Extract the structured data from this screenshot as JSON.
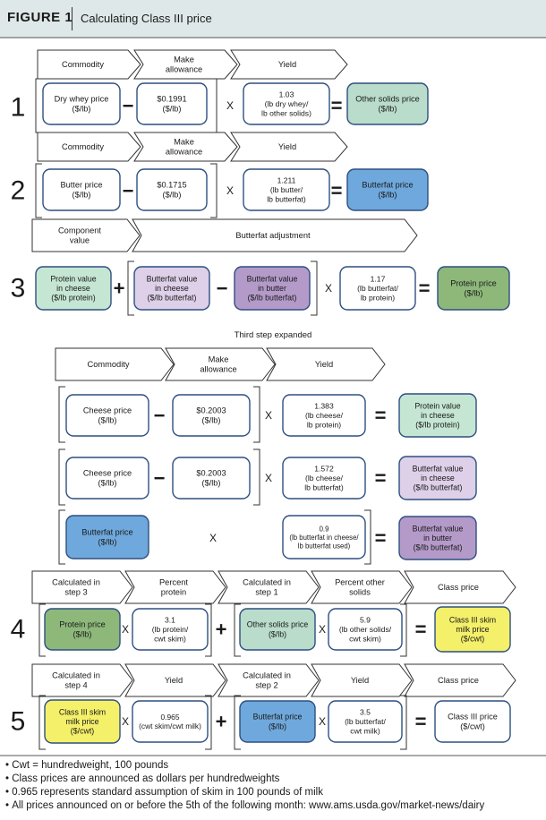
{
  "header": {
    "figure_label": "FIGURE 1",
    "title": "Calculating Class III price"
  },
  "colors": {
    "other_solids": "#b9dccb",
    "butterfat": "#6fa8dc",
    "protein_value": "#c5e6d3",
    "butterfat_cheese": "#ddd0e8",
    "butterfat_butter": "#b49ac9",
    "protein_price": "#8db87a",
    "skim": "#f4f06a",
    "white": "#ffffff",
    "header_band": "#dfe8e8"
  },
  "labels": {
    "commodity": "Commodity",
    "make_allowance": [
      "Make",
      "allowance"
    ],
    "yield": "Yield",
    "component_value": [
      "Component",
      "value"
    ],
    "butterfat_adjustment": "Butterfat adjustment",
    "third_step_expanded": "Third step expanded",
    "calc_step_3": [
      "Calculated in",
      "step 3"
    ],
    "percent_protein": [
      "Percent",
      "protein"
    ],
    "calc_step_1": [
      "Calculated in",
      "step 1"
    ],
    "percent_other_solids": [
      "Percent other",
      "solids"
    ],
    "class_price": "Class price",
    "calc_step_4": [
      "Calculated in",
      "step 4"
    ],
    "calc_step_2": [
      "Calculated in",
      "step 2"
    ]
  },
  "step_numbers": [
    "1",
    "2",
    "3",
    "4",
    "5"
  ],
  "operators": {
    "minus": "−",
    "plus": "+",
    "times": "X",
    "equals": "="
  },
  "boxes": {
    "dry_whey_price": [
      "Dry whey price",
      "($/lb)"
    ],
    "make_1": [
      "$0.1991",
      "($/lb)"
    ],
    "yield_1": [
      "1.03",
      "(lb dry whey/",
      "lb other solids)"
    ],
    "other_solids_price": [
      "Other solids price",
      "($/lb)"
    ],
    "butter_price": [
      "Butter price",
      "($/lb)"
    ],
    "make_2": [
      "$0.1715",
      "($/lb)"
    ],
    "yield_2": [
      "1.211",
      "(lb butter/",
      "lb butterfat)"
    ],
    "butterfat_price": [
      "Butterfat price",
      "($/lb)"
    ],
    "protein_value_cheese": [
      "Protein value",
      "in cheese",
      "($/lb protein)"
    ],
    "butterfat_value_cheese": [
      "Butterfat value",
      "in cheese",
      "($/lb butterfat)"
    ],
    "butterfat_value_butter": [
      "Butterfat value",
      "in butter",
      "($/lb butterfat)"
    ],
    "yield_3": [
      "1.17",
      "(lb butterfat/",
      "lb protein)"
    ],
    "protein_price": [
      "Protein price",
      "($/lb)"
    ],
    "cheese_price": [
      "Cheese price",
      "($/lb)"
    ],
    "make_cheese": [
      "$0.2003",
      "($/lb)"
    ],
    "yield_cheese_protein": [
      "1.383",
      "(lb cheese/",
      "lb protein)"
    ],
    "yield_cheese_butterfat": [
      "1.572",
      "(lb cheese/",
      "lb butterfat)"
    ],
    "yield_butter_butterfat": [
      "0.9",
      "(lb butterfat in cheese/",
      "lb butterfat used)"
    ],
    "percent_protein_val": [
      "3.1",
      "(lb protein/",
      "cwt skim)"
    ],
    "percent_other_val": [
      "5.9",
      "(lb other solids/",
      "cwt skim)"
    ],
    "class_iii_skim": [
      "Class III skim",
      "milk price",
      "($/cwt)"
    ],
    "yield_skim": [
      "0.965",
      "(cwt skim/cwt milk)"
    ],
    "yield_butterfat_milk": [
      "3.5",
      "(lb butterfat/",
      "cwt milk)"
    ],
    "class_iii_price": [
      "Class III price",
      "($/cwt)"
    ]
  },
  "footnotes": [
    "Cwt = hundredweight, 100 pounds",
    "Class prices are announced as dollars per hundredweights",
    "0.965 represents standard assumption of skim in 100 pounds of milk",
    "All prices announced on or before the 5th of the following month: www.ams.usda.gov/market-news/dairy"
  ]
}
